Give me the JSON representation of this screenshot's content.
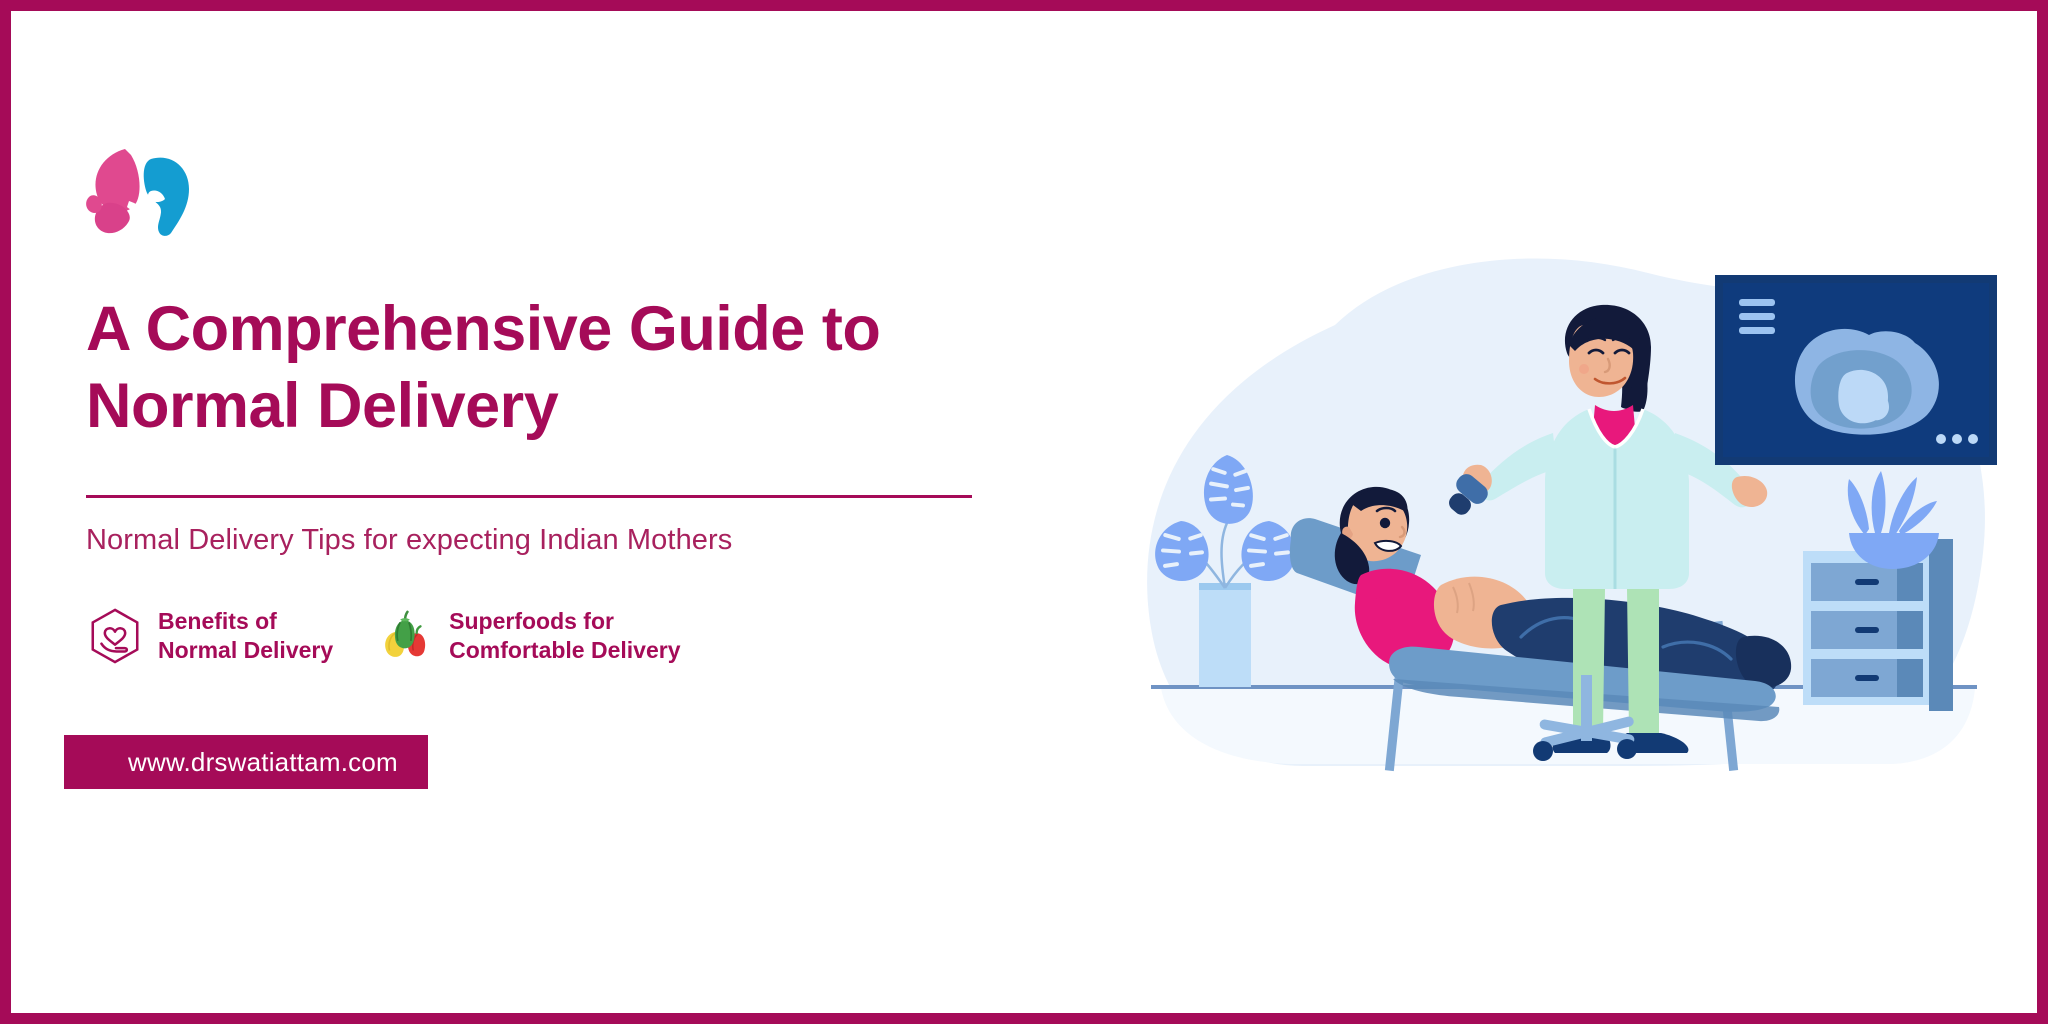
{
  "banner": {
    "border_color": "#a50b58",
    "background_color": "#ffffff"
  },
  "brand": {
    "logo_name": "butterfly-woman-face-logo",
    "logo_pink": "#e0498f",
    "logo_blue": "#149dd1",
    "primary_color": "#a50b58"
  },
  "headline": {
    "title": "A Comprehensive Guide to Normal Delivery",
    "subtitle": "Normal Delivery Tips for expecting Indian Mothers"
  },
  "features": [
    {
      "icon": "heart-in-hand-hexagon-icon",
      "label": "Benefits of\nNormal Delivery"
    },
    {
      "icon": "bell-peppers-icon",
      "label": "Superfoods for\nComfortable Delivery"
    }
  ],
  "footer": {
    "url": "www.drswatiattam.com",
    "ribbon_color": "#a50b58",
    "url_color": "#ffffff"
  },
  "illustration": {
    "name": "pregnancy-ultrasound-checkup-illustration",
    "blob_color": "#e8f1fb",
    "floor_color": "#f2f7fd",
    "floor_line_color": "#6f93c4",
    "elements": [
      "monstera-plant-in-vase",
      "examination-table",
      "pregnant-patient",
      "doctor-with-ultrasound-probe",
      "ultrasound-monitor-screen",
      "rolling-stool",
      "drawer-cabinet",
      "agave-plant-in-bowl"
    ],
    "palette": {
      "table_blue": "#6d9cc9",
      "table_blue_dark": "#5b89b8",
      "patient_top_pink": "#e8187c",
      "patient_pants_navy": "#1f3d6e",
      "doctor_coat": "#c9eef0",
      "doctor_shirt_pink": "#e8187c",
      "doctor_pants_green": "#aee3b6",
      "hair_navy": "#121a3a",
      "skin": "#efb493",
      "screen_navy": "#0f3b7d",
      "screen_border": "#123a74",
      "plant_blue": "#7fa8f5",
      "cabinet_blue": "#7ea7d3",
      "shoe_navy": "#0d2f6b"
    }
  }
}
